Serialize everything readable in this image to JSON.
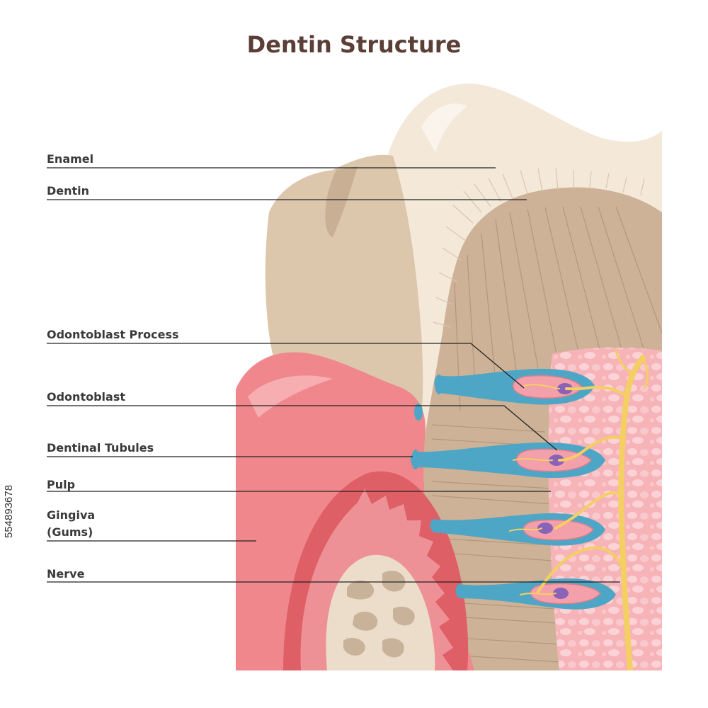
{
  "title": "Dentin Structure",
  "labels": {
    "enamel": "Enamel",
    "dentin": "Dentin",
    "odontoblast_process": "Odontoblast Process",
    "odontoblast": "Odontoblast",
    "dentinal_tubules": "Dentinal Tubules",
    "pulp": "Pulp",
    "gingiva_line1": "Gingiva",
    "gingiva_line2": "(Gums)",
    "nerve": "Nerve"
  },
  "stock_id": "554893678",
  "colors": {
    "title": "#5b3f36",
    "enamel": "#f3e6d6",
    "dentin": "#c9ad92",
    "gingiva": "#f08c8e",
    "pulp": "#f3aab0",
    "tubule": "#4ea6c6",
    "odontoblast": "#f3a0aa",
    "nucleus": "#8a63b8",
    "nerve": "#f4cf62",
    "bone": "#e8d8c6"
  }
}
